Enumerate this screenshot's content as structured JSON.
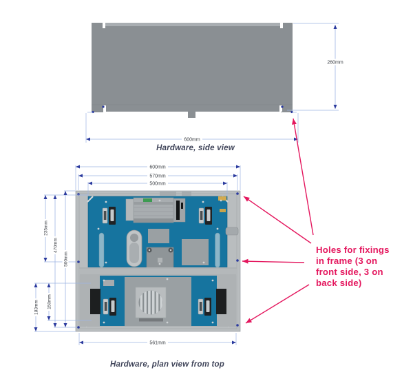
{
  "side_view": {
    "caption": "Hardware, side view",
    "dim_height": "260mm",
    "dim_width": "600mm"
  },
  "plan_view": {
    "caption": "Hardware, plan view from top",
    "dim_top_600": "600mm",
    "dim_top_570": "570mm",
    "dim_top_500": "500mm",
    "dim_left_235": "235mm",
    "dim_left_470": "470mm",
    "dim_left_500": "500mm",
    "dim_left_150": "150mm",
    "dim_left_183": "183mm",
    "dim_bottom_561": "561mm"
  },
  "annotation": {
    "line1": "Holes for fixings",
    "line2": "in frame (3 on",
    "line3": "front side, 3 on",
    "line4": "back side)"
  },
  "colors": {
    "annotation_red": "#e4175e",
    "dimension_line": "#9db4e3",
    "dimension_arrow": "#2b3a9e",
    "hole_navy": "#2b3a9e",
    "panel_gray": "#8a8f93",
    "frame_gray": "#b9bdbf",
    "plate_blue": "#16749f"
  }
}
